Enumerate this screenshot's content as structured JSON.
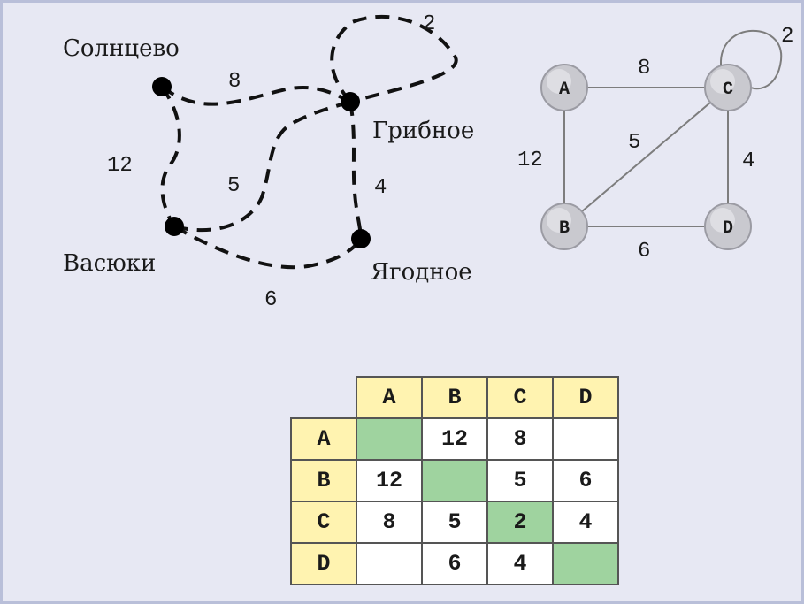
{
  "map": {
    "places": [
      "Солнцево",
      "Грибное",
      "Васюки",
      "Ягодное"
    ],
    "roads": [
      {
        "from": "Солнцево",
        "to": "Грибное",
        "weight": "8"
      },
      {
        "from": "Солнцево",
        "to": "Васюки",
        "weight": "12"
      },
      {
        "from": "Васюки",
        "to": "Грибное",
        "weight": "5"
      },
      {
        "from": "Грибное",
        "to": "Ягодное",
        "weight": "4"
      },
      {
        "from": "Васюки",
        "to": "Ягодное",
        "weight": "6"
      },
      {
        "from": "Грибное",
        "to": "Грибное",
        "weight": "2"
      }
    ]
  },
  "graph": {
    "nodes": [
      "A",
      "B",
      "C",
      "D"
    ],
    "edges": [
      {
        "from": "A",
        "to": "C",
        "weight": "8"
      },
      {
        "from": "A",
        "to": "B",
        "weight": "12"
      },
      {
        "from": "B",
        "to": "C",
        "weight": "5"
      },
      {
        "from": "C",
        "to": "D",
        "weight": "4"
      },
      {
        "from": "B",
        "to": "D",
        "weight": "6"
      },
      {
        "from": "C",
        "to": "C",
        "weight": "2"
      }
    ]
  },
  "matrix": {
    "col_headers": [
      "A",
      "B",
      "C",
      "D"
    ],
    "rows": [
      {
        "label": "A",
        "cells": [
          "",
          "12",
          "8",
          ""
        ]
      },
      {
        "label": "B",
        "cells": [
          "12",
          "",
          "5",
          "6"
        ]
      },
      {
        "label": "C",
        "cells": [
          "8",
          "5",
          "2",
          "4"
        ]
      },
      {
        "label": "D",
        "cells": [
          "",
          "6",
          "4",
          ""
        ]
      }
    ]
  },
  "colors": {
    "header_fill": "#fff3b0",
    "diagonal_fill": "#9fd39f",
    "background": "#e7e8f3"
  }
}
